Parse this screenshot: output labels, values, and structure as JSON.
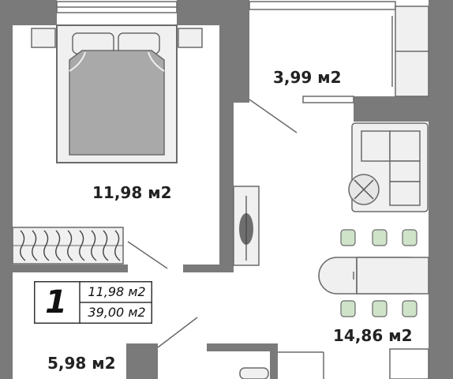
{
  "rooms": {
    "bedroom_area": "11,98 м2",
    "balcony_area": "3,99 м2",
    "kitchen_living_area": "14,86 м2",
    "bathroom_area": "5,98 м2"
  },
  "summary": {
    "room_count": "1",
    "living_area": "11,98 м2",
    "total_area": "39,00 м2"
  },
  "colors": {
    "wall": "#7a7a7a",
    "furniture_fill": "#f0f0f0",
    "furniture_stroke": "#6a6a6a",
    "bed_cover": "#a9a9a9",
    "chair_fill": "#cfe3c9"
  }
}
